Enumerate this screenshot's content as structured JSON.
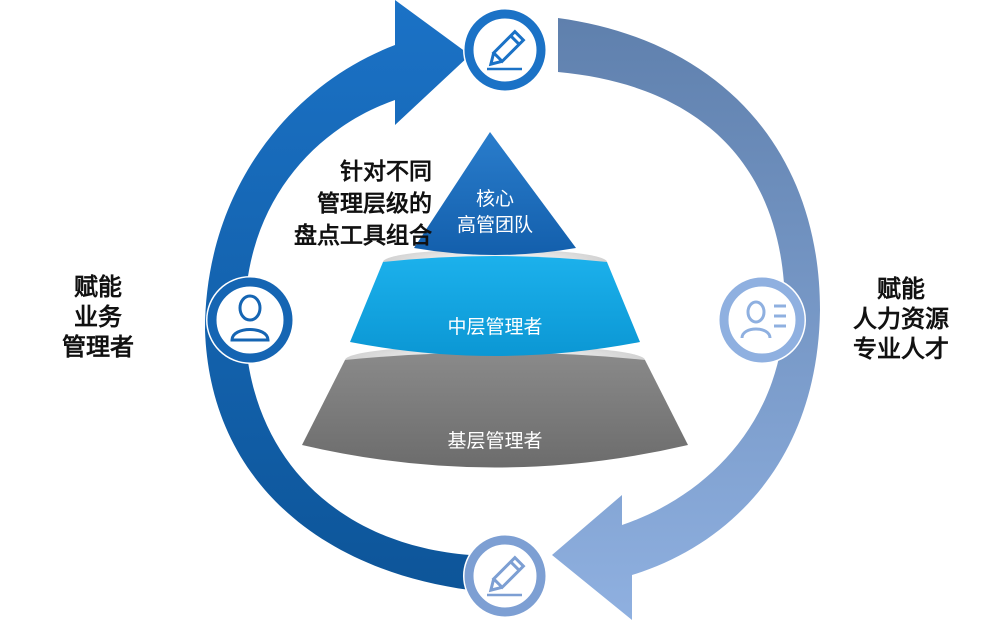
{
  "left_label": [
    "赋能",
    "业务",
    "管理者"
  ],
  "right_label": [
    "赋能",
    "人力资源",
    "专业人才"
  ],
  "center_label": [
    "针对不同",
    "管理层级的",
    "盘点工具组合"
  ],
  "pyramid": {
    "top": [
      "核心",
      "高管团队"
    ],
    "middle": "中层管理者",
    "bottom": "基层管理者"
  },
  "icons": {
    "top": "pencil-icon",
    "bottom": "pencil-icon",
    "left": "user-icon",
    "right": "user-profile-icon"
  },
  "colors": {
    "left_arc": "#1565b3",
    "right_arc": "#6d90c6",
    "top_tier": "#1f6fc0",
    "middle_tier": "#19a7e0",
    "bottom_tier": "#858585"
  }
}
